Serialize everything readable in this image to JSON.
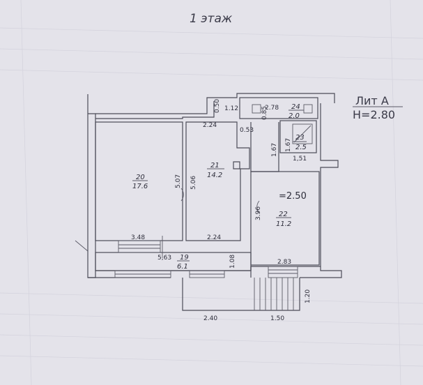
{
  "title": "1 этаж",
  "lit": {
    "label": "Лит А",
    "height": "Н=2.80"
  },
  "rooms": [
    {
      "num": "20",
      "area": "17.6"
    },
    {
      "num": "21",
      "area": "14.2"
    },
    {
      "num": "22",
      "area": "11.2"
    },
    {
      "num": "19",
      "area": "6.1"
    },
    {
      "num": "23",
      "area": "2.5"
    },
    {
      "num": "24",
      "area": "2.0"
    }
  ],
  "room_height": "=2.50",
  "dims": {
    "d_224_top": "2.24",
    "d_050": "0.50",
    "d_112": "1.12",
    "d_278": "2.78",
    "d_085": "0.85",
    "d_053": "0.53",
    "d_167a": "1.67",
    "d_167b": "1.67",
    "d_151": "1,51",
    "d_507": "5.07",
    "d_506": "5.06",
    "d_396": "3.96",
    "d_348": "3.48",
    "d_224_mid": "2.24",
    "d_563": "5,63",
    "d_108": "1.08",
    "d_283": "2.83",
    "d_240": "2.40",
    "d_150": "1.50",
    "d_120": "1.20"
  }
}
